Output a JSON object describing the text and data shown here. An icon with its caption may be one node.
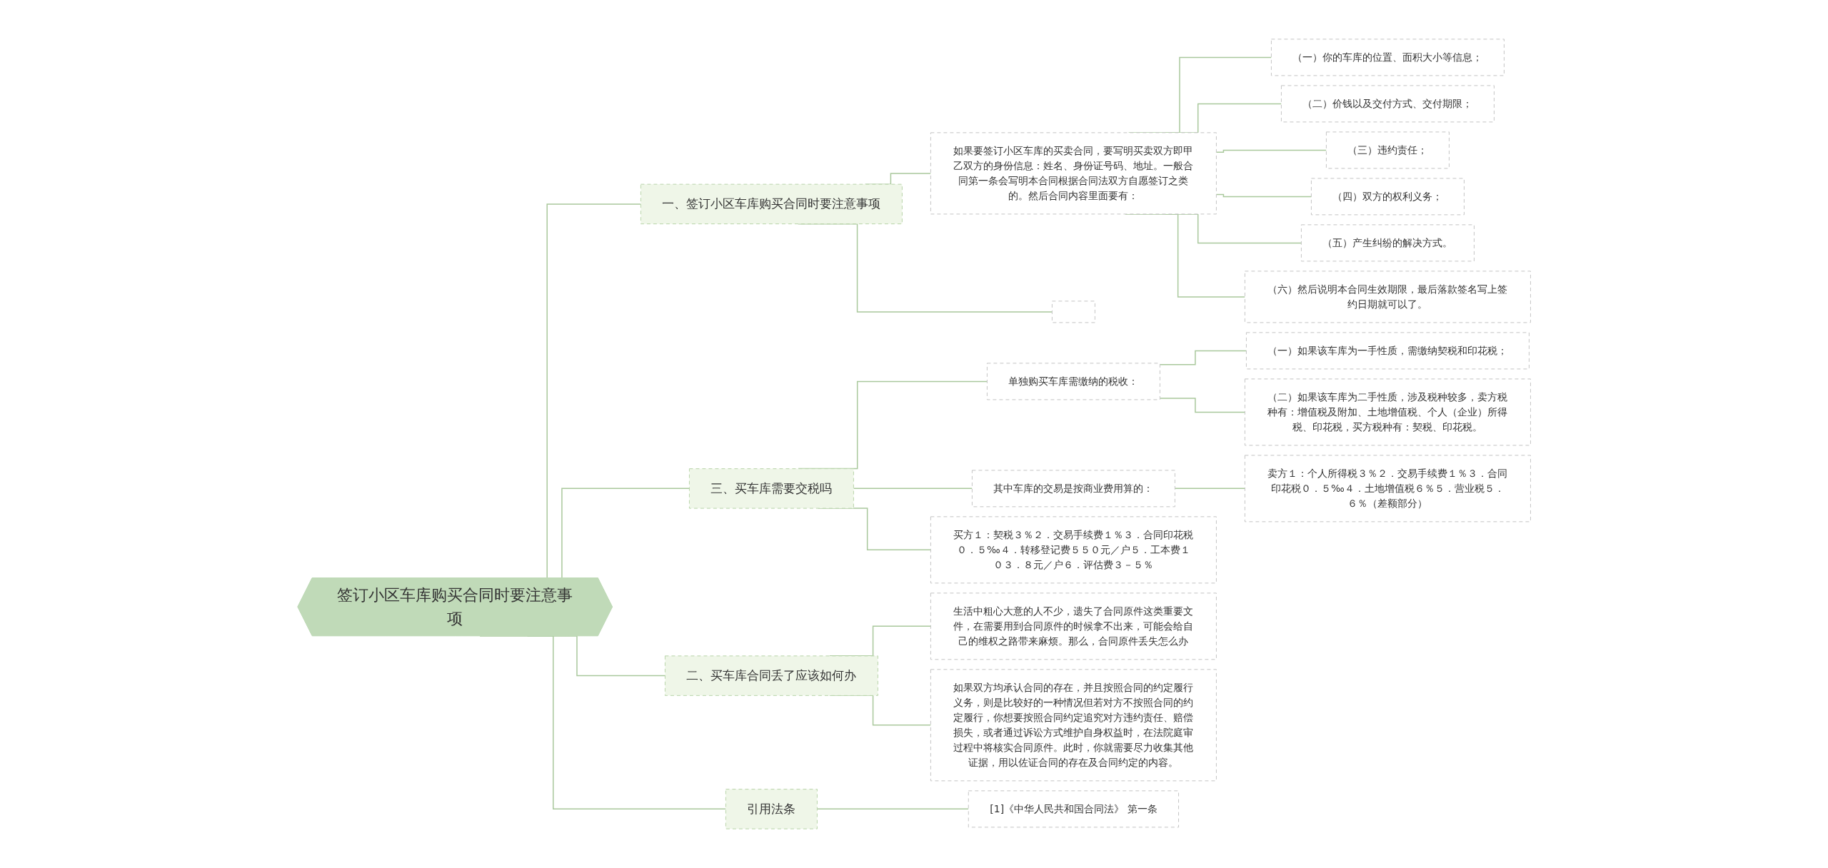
{
  "diagram": {
    "nodes": [
      {
        "text": [
          "签订小区车库购买合同时要注意事项"
        ]
      },
      {
        "text": [
          "一、签订小区车库购买合同时要注意事项"
        ]
      },
      {
        "text": [
          "如果要签订小区车库的买卖合同，要写明买卖双方即甲乙双方的身份信息：姓名、身份证号码、地址。一般合同第一条会写明本合同根据合同法双方自愿签订之类的。然后合同内容里面要有："
        ]
      },
      {
        "text": [
          "（一）你的车库的位置、面积大小等信息；"
        ]
      },
      {
        "text": [
          "（二）价钱以及交付方式、交付期限；"
        ]
      },
      {
        "text": [
          "（三）违约责任；"
        ]
      },
      {
        "text": [
          "（四）双方的权利义务；"
        ]
      },
      {
        "text": [
          "（五）产生纠纷的解决方式。"
        ]
      },
      {
        "text": [
          "（六）然后说明本合同生效期限，最后落款签名写上签约日期就可以了。"
        ]
      },
      {
        "text": [],
        "shape": "box"
      },
      {
        "text": [
          "三、买车库需要交税吗"
        ]
      },
      {
        "text": [
          "单独购买车库需缴纳的税收："
        ]
      },
      {
        "text": [
          "（一）如果该车库为一手性质，需缴纳契税和印花税；"
        ]
      },
      {
        "text": [
          "（二）如果该车库为二手性质，涉及税种较多，卖方税种有：增值税及附加、土地增值税、个人（企业）所得税、印花税，买方税种有：契税、印花税。"
        ]
      },
      {
        "text": [
          "其中车库的交易是按商业费用算的："
        ]
      },
      {
        "text": [
          "卖方１：个人所得税３％２．交易手续费１％３．合同印花税０．５‰４．土地增值税６％５．营业税５．６％（差额部分）"
        ]
      },
      {
        "text": [
          "买方１：契税３％２．交易手续费１％３．合同印花税０．５‰４．转移登记费５５０元／户５．工本费１０３．８元／户６．评估费３－５％"
        ]
      },
      {
        "text": [
          "二、买车库合同丢了应该如何办"
        ]
      },
      {
        "text": [
          "生活中粗心大意的人不少，遗失了合同原件这类重要文件，在需要用到合同原件的时候拿不出来，可能会给自己的维权之路带来麻烦。那么，合同原件丢失怎么办"
        ]
      },
      {
        "text": [
          "如果双方均承认合同的存在，并且按照合同的约定履行义务，则是比较好的一种情况但若对方不按照合同的约定履行，你想要按照合同约定追究对方违约责任、赔偿损失，或者通过诉讼方式维护自身权益时，在法院庭审过程中将核实合同原件。此时，你就需要尽力收集其他证据，用以佐证合同的存在及合同约定的内容。"
        ]
      },
      {
        "text": [
          "引用法条"
        ]
      },
      {
        "text": [
          "[1]《中华人民共和国合同法》 第一条"
        ]
      }
    ],
    "edges": [
      {
        "from": 0,
        "to": 1,
        "arrow": "none"
      },
      {
        "from": 1,
        "to": 2,
        "arrow": "none"
      },
      {
        "from": 2,
        "to": 3,
        "arrow": "none"
      },
      {
        "from": 2,
        "to": 4,
        "arrow": "none"
      },
      {
        "from": 2,
        "to": 5,
        "arrow": "none"
      },
      {
        "from": 2,
        "to": 6,
        "arrow": "none"
      },
      {
        "from": 2,
        "to": 7,
        "arrow": "none"
      },
      {
        "from": 2,
        "to": 8,
        "arrow": "none"
      },
      {
        "from": 1,
        "to": 9,
        "arrow": "none"
      },
      {
        "from": 0,
        "to": 10,
        "arrow": "none"
      },
      {
        "from": 10,
        "to": 11,
        "arrow": "none"
      },
      {
        "from": 11,
        "to": 12,
        "arrow": "none"
      },
      {
        "from": 11,
        "to": 13,
        "arrow": "none"
      },
      {
        "from": 10,
        "to": 14,
        "arrow": "none"
      },
      {
        "from": 14,
        "to": 15,
        "arrow": "none"
      },
      {
        "from": 10,
        "to": 16,
        "arrow": "none"
      },
      {
        "from": 0,
        "to": 17,
        "arrow": "none"
      },
      {
        "from": 17,
        "to": 18,
        "arrow": "none"
      },
      {
        "from": 17,
        "to": 19,
        "arrow": "none"
      },
      {
        "from": 0,
        "to": 20,
        "arrow": "none"
      },
      {
        "from": 20,
        "to": 21,
        "arrow": "none"
      }
    ]
  }
}
